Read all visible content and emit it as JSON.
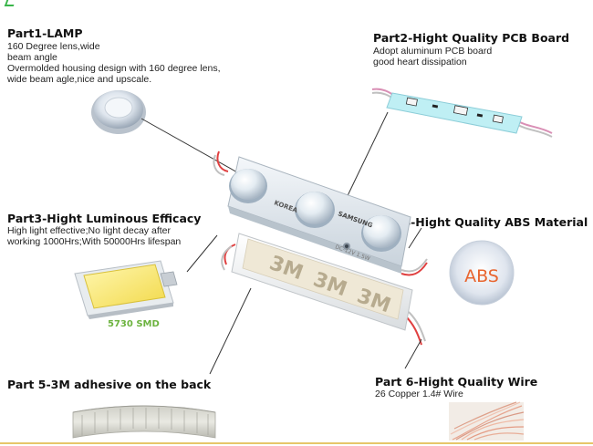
{
  "parts": {
    "p1": {
      "title": "Part1-LAMP",
      "lines": [
        "160 Degree lens,wide",
        "beam angle",
        "Overmolded housing design with 160 degree lens,",
        "wide beam agle,nice and upscale."
      ]
    },
    "p2": {
      "title": "Part2-Hight Quality PCB Board",
      "lines": [
        "Adopt aluminum PCB board",
        "good heart dissipation"
      ]
    },
    "p3": {
      "title": "Part3-Hight Luminous Efficacy",
      "lines": [
        "High light effective;No light decay after",
        "working 1000Hrs;With 50000Hrs lifespan"
      ]
    },
    "p4": {
      "title": "Part4-Hight Quality ABS Material"
    },
    "p5": {
      "title": "Part 5-3M adhesive on the back"
    },
    "p6": {
      "title": "Part 6-Hight Quality Wire",
      "lines": [
        "26 Copper 1.4# Wire"
      ]
    }
  },
  "labels": {
    "smd": "5730 SMD",
    "abs": "ABS",
    "module_brand": "SAMSUNG",
    "module_korea": "KOREA",
    "module_spec": "DC-12V  1.5W",
    "tape_mark": "3M"
  },
  "colors": {
    "smd_label": "#6cb33f",
    "abs_text": "#e8652f",
    "accent_line": "#e6c66a"
  }
}
